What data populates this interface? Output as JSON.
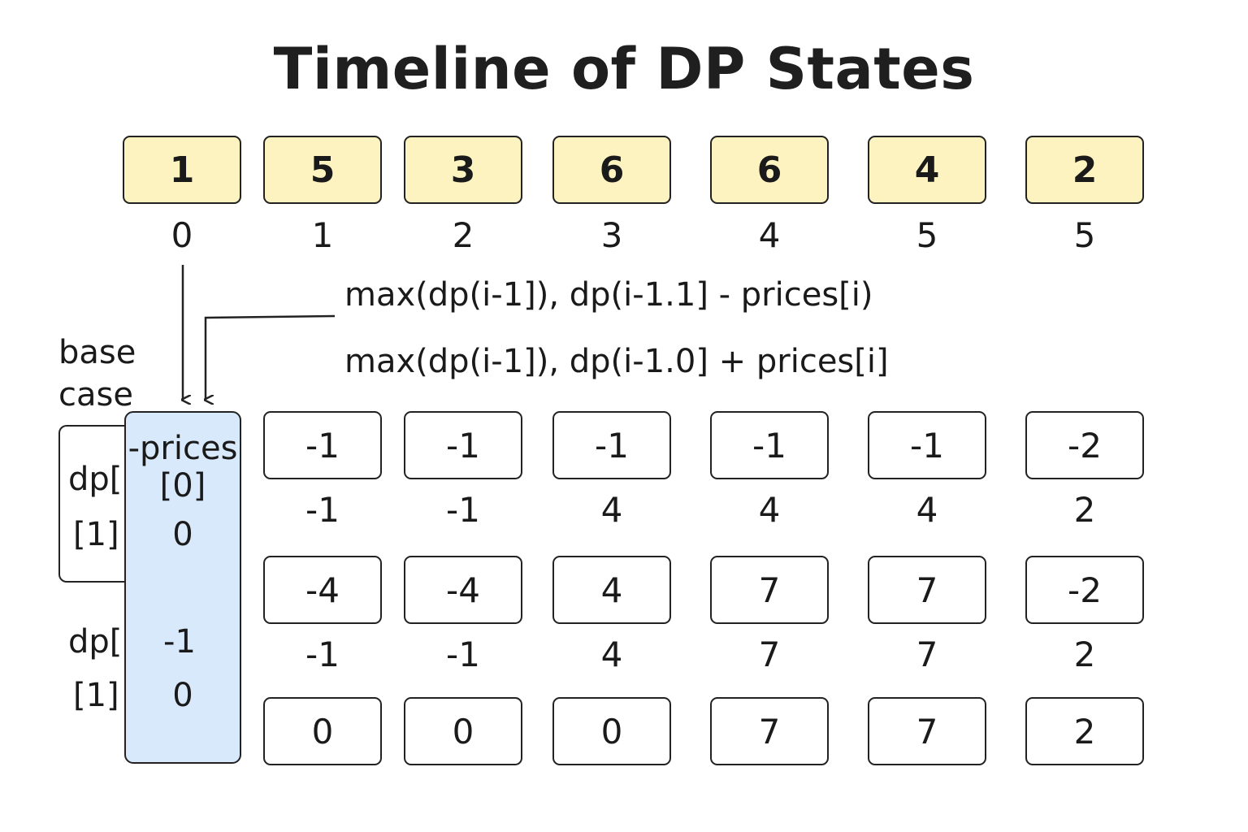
{
  "title": "Timeline of DP States",
  "prices": [
    "1",
    "5",
    "3",
    "6",
    "6",
    "4",
    "2"
  ],
  "indices": [
    "0",
    "1",
    "2",
    "3",
    "4",
    "5",
    "5"
  ],
  "formulas": {
    "hold": "max(dp(i-1]), dp(i-1.1] - prices[i)",
    "sell": "max(dp(i-1]), dp(i-1.0] + prices[i]"
  },
  "labels": {
    "base_case_line1": "base",
    "base_case_line2": "case",
    "dp_a_line1": "dp[",
    "dp_a_line2": "[1]",
    "dp_b_line1": "dp[",
    "dp_b_line2": "[1]"
  },
  "base_column": {
    "line1": "-prices",
    "line2": "[0]",
    "v1": "0",
    "v2": "-1",
    "v3": "0"
  },
  "rows": {
    "boxes_1": [
      "-1",
      "-1",
      "-1",
      "-1",
      "-1",
      "-2"
    ],
    "mid_1": [
      "-1",
      "-1",
      "4",
      "4",
      "4",
      "2"
    ],
    "boxes_2": [
      "-4",
      "-4",
      "4",
      "7",
      "7",
      "-2"
    ],
    "mid_2": [
      "-1",
      "-1",
      "4",
      "7",
      "7",
      "2"
    ],
    "boxes_3": [
      "0",
      "0",
      "0",
      "7",
      "7",
      "2"
    ]
  },
  "colors": {
    "price_fill": "#fdf3c0",
    "base_fill": "#d9e9fc",
    "stroke": "#222222"
  }
}
